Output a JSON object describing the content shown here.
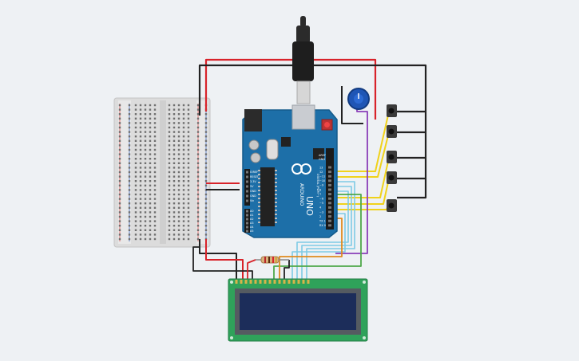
{
  "arduino": {
    "brand_label": "ARDUINO",
    "model_label": "UNO",
    "digital_label": "DIGITAL (PWM~)",
    "aref_label": "AREF",
    "gnd_label": "GND",
    "digital_pins": [
      "13",
      "12",
      "~11",
      "~10",
      "~9",
      "8",
      "7",
      "~6",
      "~5",
      "4",
      "~3",
      "2",
      "TX 1",
      "RX 0"
    ],
    "power_pins": [
      "IOREF",
      "RESET",
      "3.3V",
      "5V",
      "GND",
      "GND",
      "Vin"
    ],
    "analog_pins": [
      "A0",
      "A1",
      "A2",
      "A3",
      "A4",
      "A5"
    ]
  },
  "colors": {
    "background": "#eef1f4",
    "board": "#1d6fa8",
    "wire_red": "#d8232a",
    "wire_black": "#222222",
    "wire_yellow": "#f0d21b",
    "wire_cyan": "#7ecbe5",
    "wire_purple": "#8a3fb8",
    "wire_orange": "#e08a1e",
    "wire_green": "#4fa84a",
    "lcd_bezel": "#2fa25a",
    "lcd_screen": "#1c2d5a",
    "potentiometer": "#1f56b5"
  },
  "icons": [
    "potentiometer-icon",
    "pushbutton-icon",
    "resistor-icon",
    "usb-plug-icon"
  ]
}
